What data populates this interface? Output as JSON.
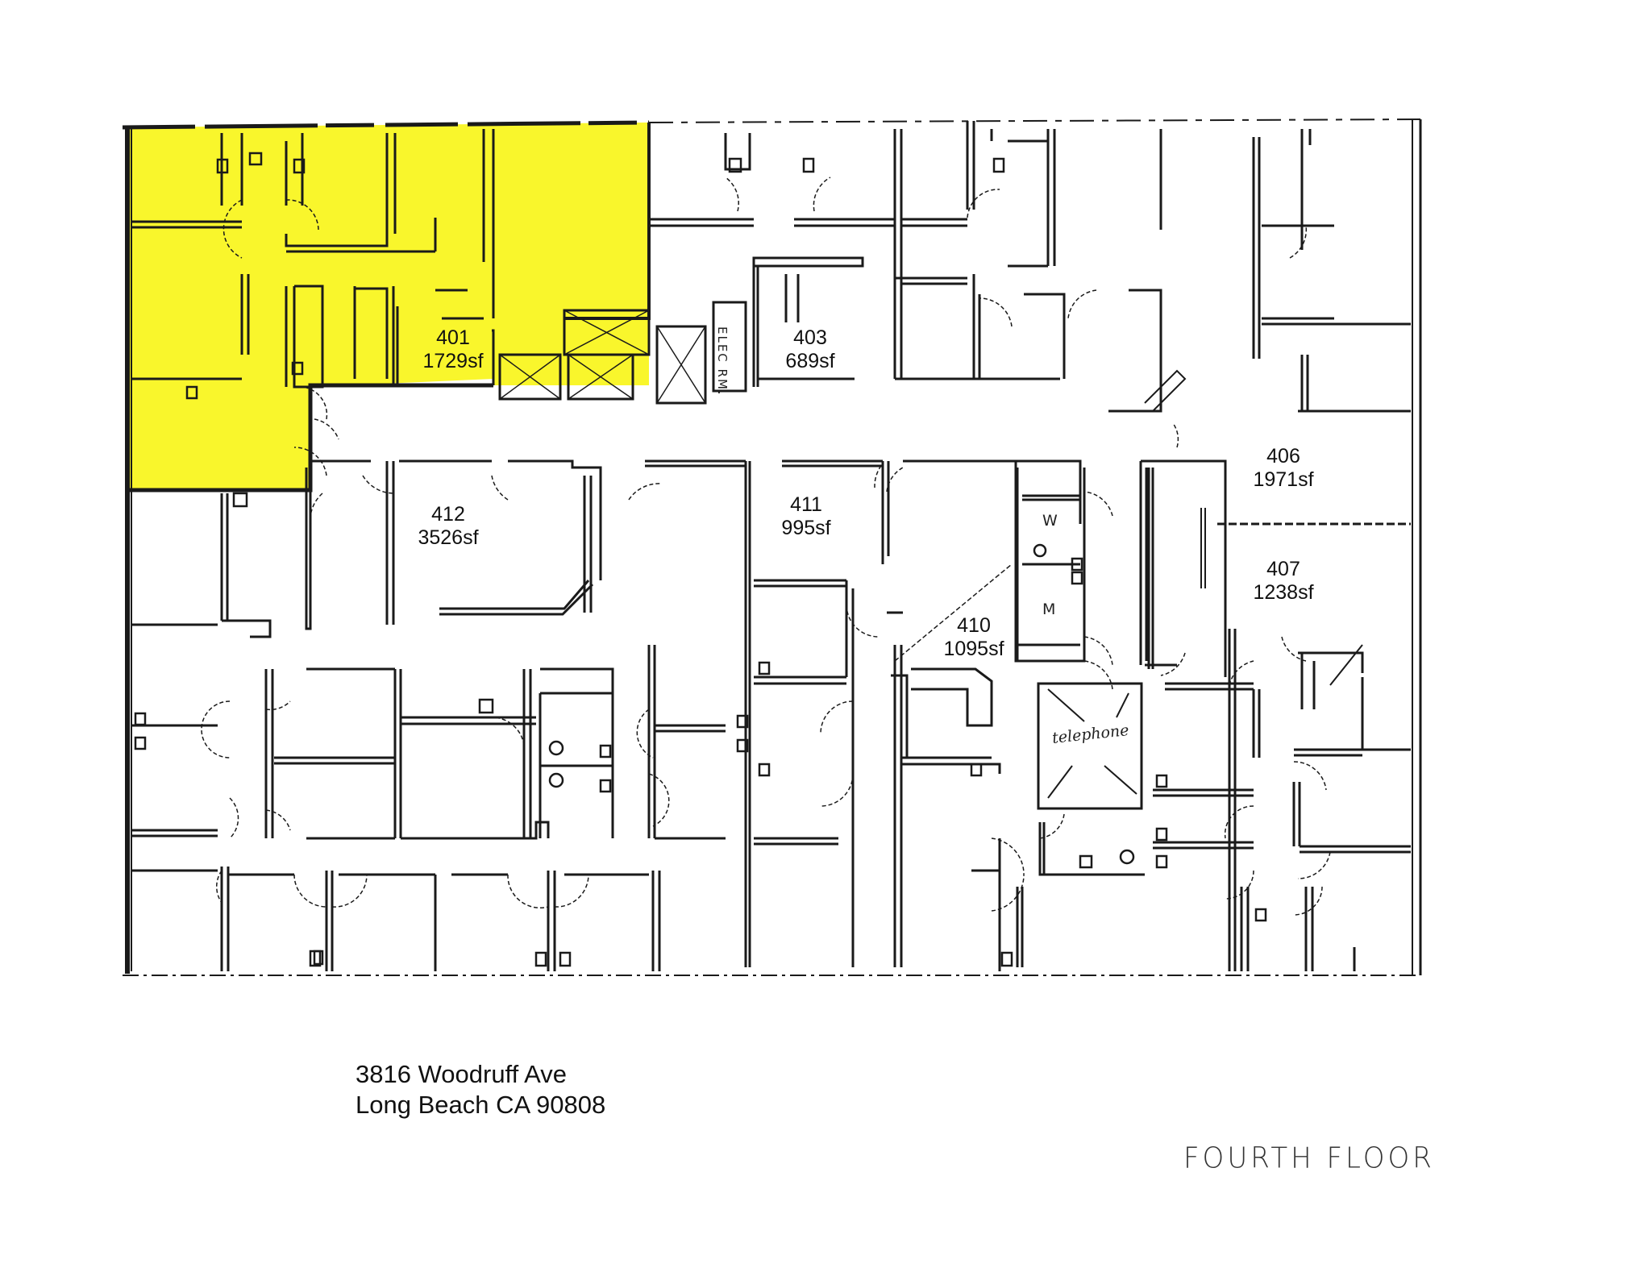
{
  "document": {
    "type": "floor-plan",
    "floor_title": "FOURTH FLOOR",
    "address": {
      "line1": "3816 Woodruff Ave",
      "line2": "Long Beach CA 90808"
    },
    "highlight_color": "#F9F62C",
    "line_color": "#1a1a1a"
  },
  "rooms": [
    {
      "number": "401",
      "area": "1729sf",
      "highlighted": true
    },
    {
      "number": "403",
      "area": "689sf",
      "highlighted": false
    },
    {
      "number": "406",
      "area": "1971sf",
      "highlighted": false
    },
    {
      "number": "407",
      "area": "1238sf",
      "highlighted": false
    },
    {
      "number": "410",
      "area": "1095sf",
      "highlighted": false
    },
    {
      "number": "411",
      "area": "995sf",
      "highlighted": false
    },
    {
      "number": "412",
      "area": "3526sf",
      "highlighted": false
    }
  ],
  "annotations": {
    "telephone": "telephone",
    "elec_room": "ELEC RM.",
    "restroom_women": "W",
    "restroom_men": "M"
  }
}
